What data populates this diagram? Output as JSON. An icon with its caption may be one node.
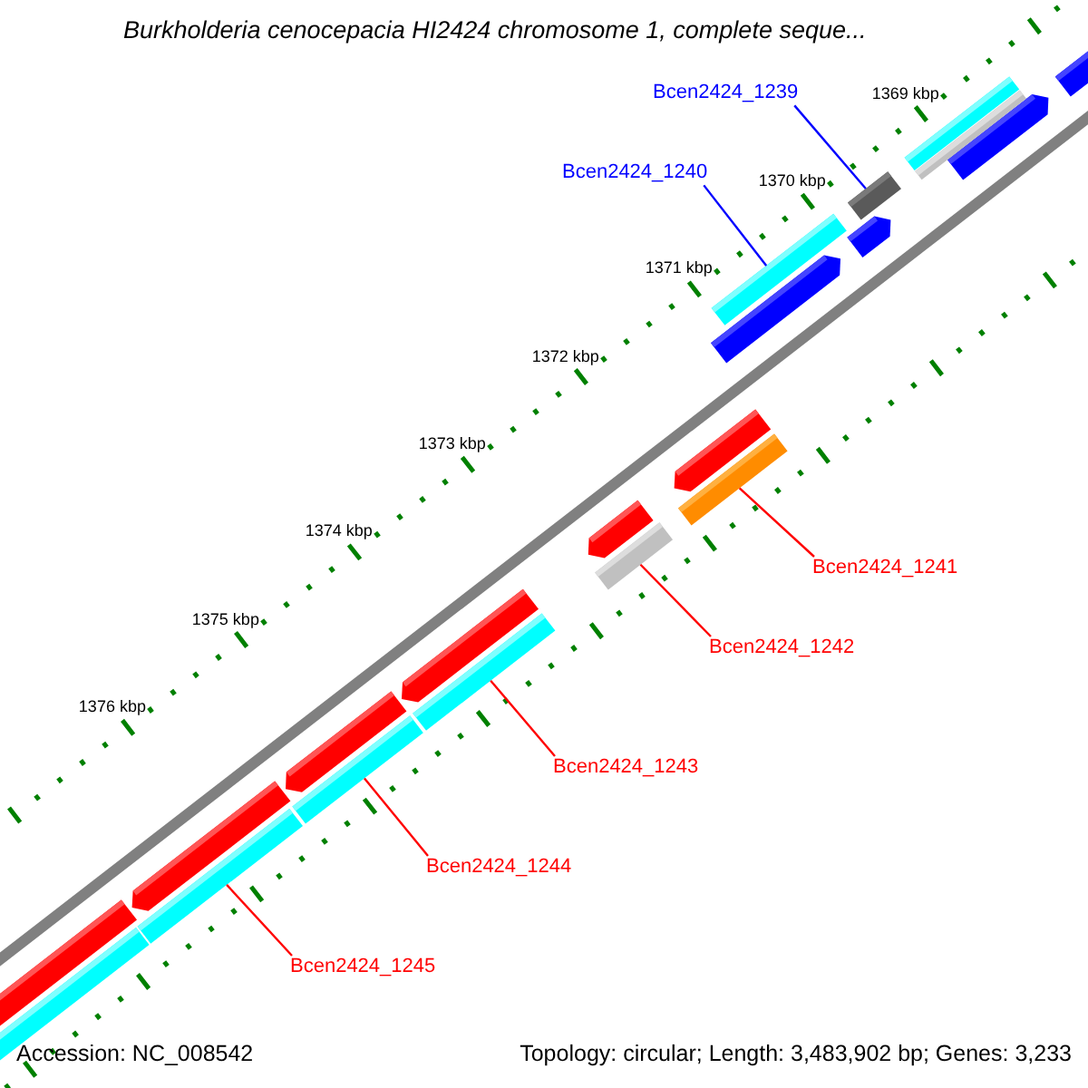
{
  "diagram": {
    "title": "Burkholderia cenocepacia HI2424 chromosome 1, complete seque...",
    "nodes": [
      {
        "text": [
          "Bcen2424_1239"
        ]
      },
      {
        "text": [],
        "shape": "bar"
      },
      {
        "text": [
          "Bcen2424_1240"
        ]
      },
      {
        "text": [],
        "shape": "bar"
      },
      {
        "text": [
          "Bcen2424_1241"
        ]
      },
      {
        "text": [],
        "shape": "bar"
      },
      {
        "text": [
          "Bcen2424_1242"
        ]
      },
      {
        "text": [],
        "shape": "bar"
      },
      {
        "text": [
          "Bcen2424_1243"
        ]
      },
      {
        "text": [],
        "shape": "bar"
      },
      {
        "text": [
          "Bcen2424_1244"
        ]
      },
      {
        "text": [],
        "shape": "bar"
      },
      {
        "text": [
          "Bcen2424_1245"
        ]
      },
      {
        "text": [],
        "shape": "bar"
      }
    ],
    "edges": [
      {
        "from": 0,
        "to": 1,
        "arrow": "none",
        "color": "#0000ff"
      },
      {
        "from": 2,
        "to": 3,
        "arrow": "none",
        "color": "#0000ff"
      },
      {
        "from": 4,
        "to": 5,
        "arrow": "none"
      },
      {
        "from": 6,
        "to": 7,
        "arrow": "none"
      },
      {
        "from": 8,
        "to": 9,
        "arrow": "none"
      },
      {
        "from": 10,
        "to": 11,
        "arrow": "none"
      },
      {
        "from": 12,
        "to": 13,
        "arrow": "none"
      }
    ],
    "labels": [
      "1369 kbp",
      "1370 kbp",
      "1371 kbp",
      "1372 kbp",
      "1373 kbp",
      "1374 kbp",
      "1375 kbp",
      "1376 kbp",
      "Accession: NC_008542",
      "Topology: circular; Length: 3,483,902 bp; Genes: 3,233"
    ]
  }
}
